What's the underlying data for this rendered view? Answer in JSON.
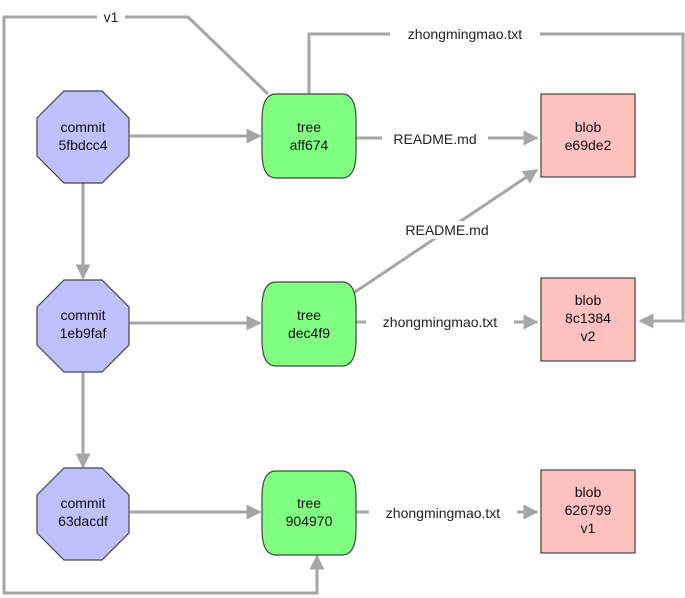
{
  "colors": {
    "commit_fill": "#c0c0ff",
    "tree_fill": "#80ff80",
    "blob_fill": "#ffc0c0",
    "edge": "#a6a6a6",
    "outline": "#444444"
  },
  "commits": [
    {
      "type_label": "commit",
      "hash": "5fbdcc4"
    },
    {
      "type_label": "commit",
      "hash": "1eb9faf"
    },
    {
      "type_label": "commit",
      "hash": "63dacdf"
    }
  ],
  "trees": [
    {
      "type_label": "tree",
      "hash": "aff674"
    },
    {
      "type_label": "tree",
      "hash": "dec4f9"
    },
    {
      "type_label": "tree",
      "hash": "904970"
    }
  ],
  "blobs": [
    {
      "type_label": "blob",
      "hash": "e69de2",
      "version": ""
    },
    {
      "type_label": "blob",
      "hash": "8c1384",
      "version": "v2"
    },
    {
      "type_label": "blob",
      "hash": "626799",
      "version": "v1"
    }
  ],
  "edge_labels": {
    "v1": "v1",
    "tree1_to_blob2": "zhongmingmao.txt",
    "tree1_to_blob1": "README.md",
    "tree2_to_blob1": "README.md",
    "tree2_to_blob2": "zhongmingmao.txt",
    "tree3_to_blob3": "zhongmingmao.txt"
  }
}
